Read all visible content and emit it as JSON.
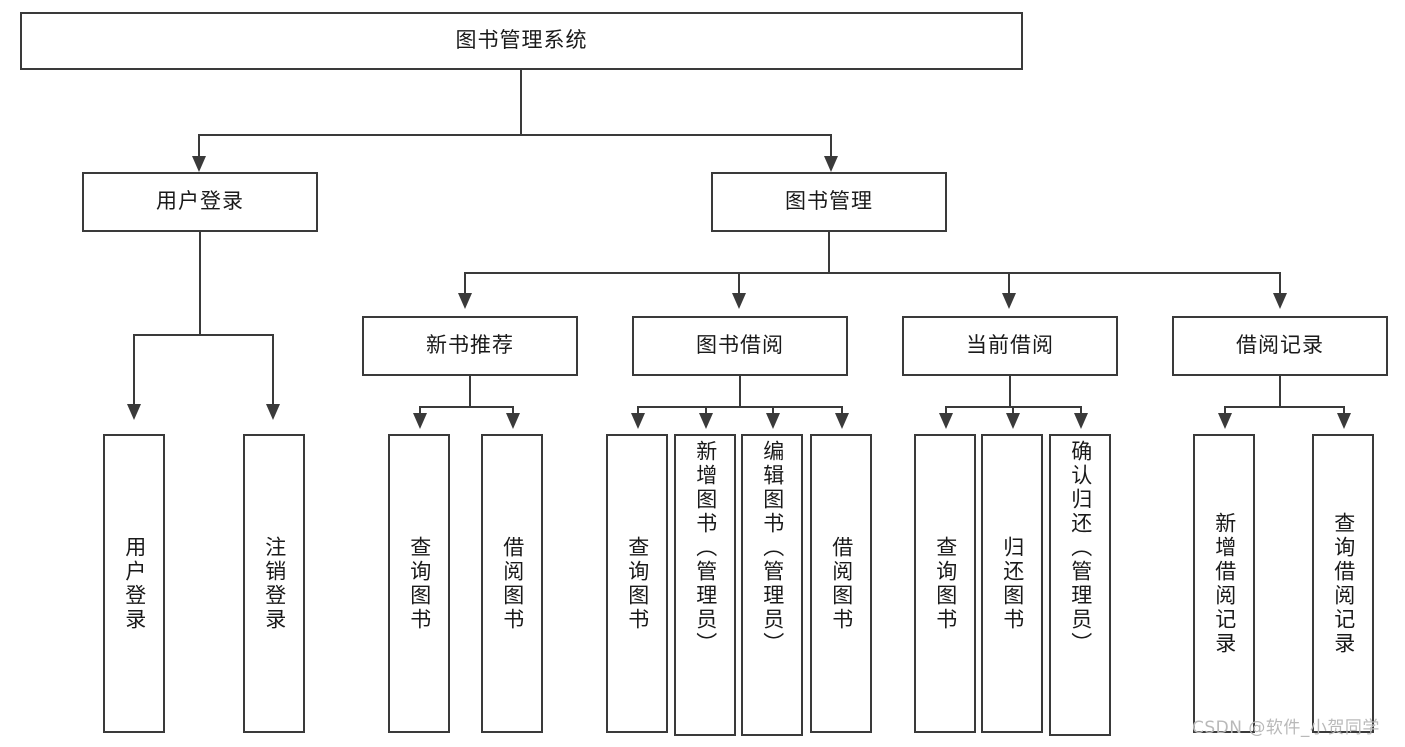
{
  "diagram": {
    "title": "图书管理系统",
    "type": "functional-structure-tree",
    "root": {
      "label": "图书管理系统"
    },
    "level1": [
      {
        "label": "用户登录"
      },
      {
        "label": "图书管理"
      }
    ],
    "level2": [
      {
        "label": "新书推荐"
      },
      {
        "label": "图书借阅"
      },
      {
        "label": "当前借阅"
      },
      {
        "label": "借阅记录"
      }
    ],
    "leaves": {
      "user_login": [
        {
          "label": "用户登录"
        },
        {
          "label": "注销登录"
        }
      ],
      "new_book_recommend": [
        {
          "label": "查询图书"
        },
        {
          "label": "借阅图书"
        }
      ],
      "book_borrow": [
        {
          "label": "查询图书"
        },
        {
          "label": "新增图书（管理员）"
        },
        {
          "label": "编辑图书（管理员）"
        },
        {
          "label": "借阅图书"
        }
      ],
      "current_borrow": [
        {
          "label": "查询图书"
        },
        {
          "label": "归还图书"
        },
        {
          "label": "确认归还（管理员）"
        }
      ],
      "borrow_record": [
        {
          "label": "新增借阅记录"
        },
        {
          "label": "查询借阅记录"
        }
      ]
    }
  },
  "watermark": {
    "text": "CSDN @软件_小贺同学"
  },
  "colors": {
    "stroke": "#3a3a3a",
    "fill": "#ffffff",
    "text": "#1a1a1a",
    "watermark": "#b9b9b9"
  }
}
